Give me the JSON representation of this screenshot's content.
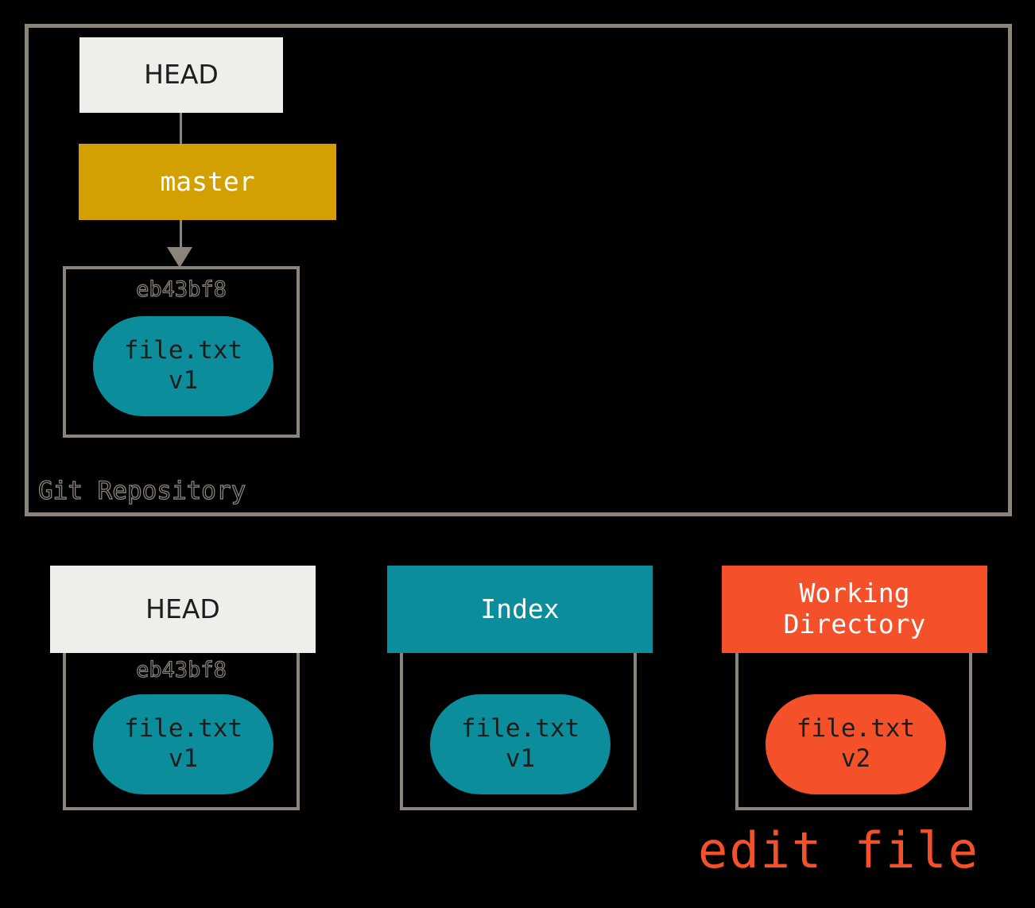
{
  "diagram": {
    "caption": "edit file",
    "repository": {
      "label": "Git Repository",
      "head_ref": "HEAD",
      "branch": "master",
      "commit": {
        "hash": "eb43bf8",
        "blob": {
          "filename": "file.txt",
          "version": "v1"
        }
      }
    },
    "areas": [
      {
        "title": "HEAD",
        "hash": "eb43bf8",
        "blob": {
          "filename": "file.txt",
          "version": "v1"
        }
      },
      {
        "title": "Index",
        "hash": "",
        "blob": {
          "filename": "file.txt",
          "version": "v1"
        }
      },
      {
        "title": "Working\nDirectory",
        "hash": "",
        "blob": {
          "filename": "file.txt",
          "version": "v2"
        }
      }
    ]
  },
  "colors": {
    "background": "#000000",
    "border": "#8a847b",
    "head_box": "#eeeeea",
    "branch_box": "#d2a000",
    "index_teal": "#0c8d9c",
    "working_orange": "#f4512a",
    "text_dark": "#1d1d1d",
    "text_light": "#ffffff"
  }
}
